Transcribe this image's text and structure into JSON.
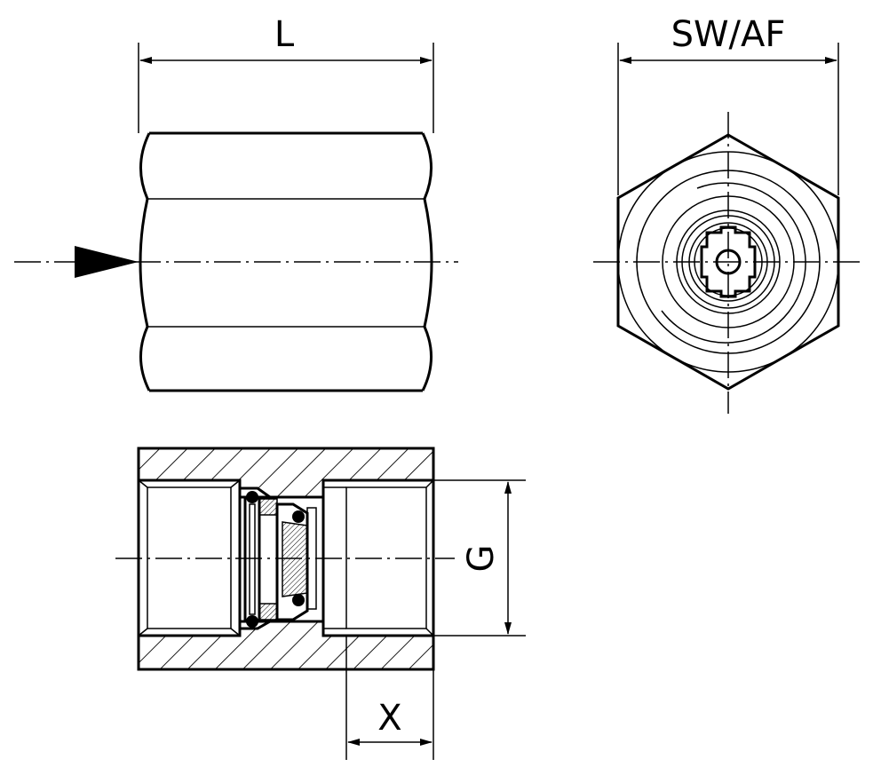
{
  "drawing": {
    "labels": {
      "length": "L",
      "across_flats": "SW/AF",
      "thread": "G",
      "thread_depth": "X"
    },
    "line_color": "#000000",
    "background": "#ffffff"
  }
}
